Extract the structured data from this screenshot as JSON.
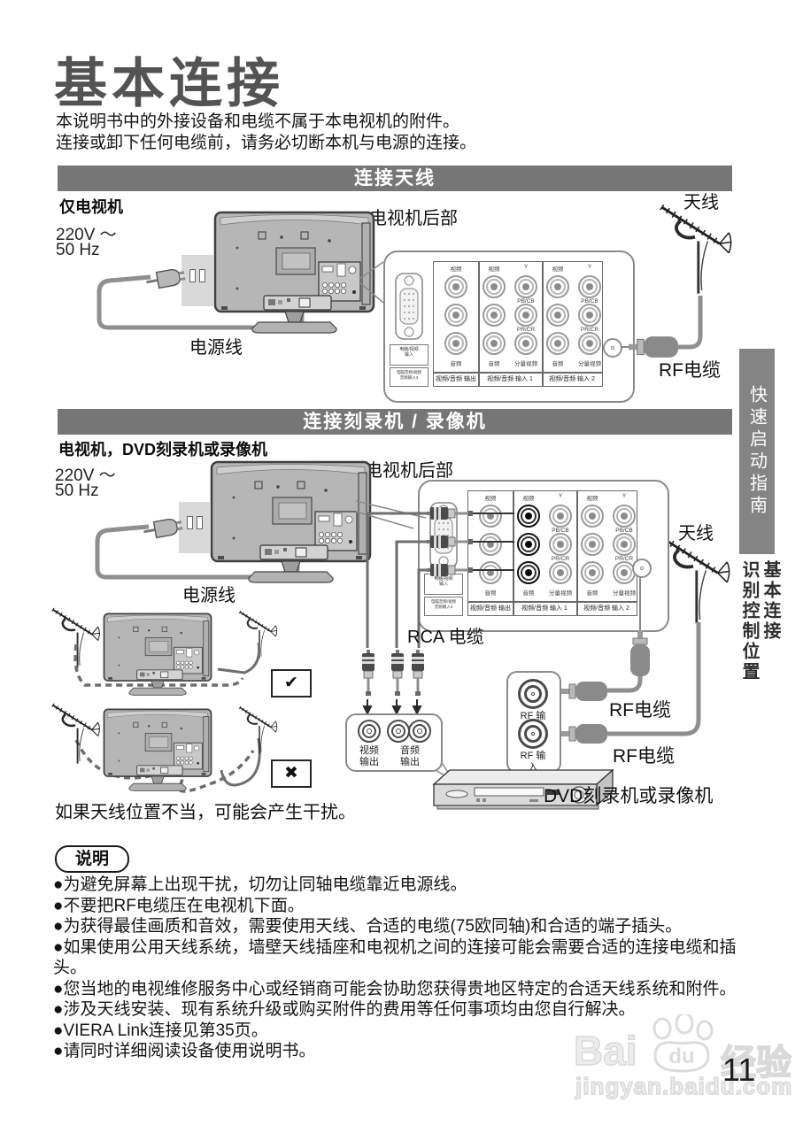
{
  "page": {
    "title": "基本连接",
    "intro": [
      "本说明书中的外接设备和电缆不属于本电视机的附件。",
      "连接或卸下任何电缆前，请务必切断本机与电源的连接。"
    ],
    "page_number": "11"
  },
  "section_antenna": {
    "header": "连接天线",
    "subtitle": "仅电视机"
  },
  "section_recorder": {
    "header": "连接刻录机 / 录像机",
    "subtitle_prefix": "电视机，",
    "subtitle_bold": "DVD",
    "subtitle_suffix": "刻录机或录像机"
  },
  "labels": {
    "voltage": "220V ～",
    "frequency": "50 Hz",
    "tv_rear": "电视机后部",
    "power_cord": "电源线",
    "antenna": "天线",
    "rf_cable": "RF电缆",
    "rca_cable": "RCA 电缆",
    "video_out": "视频\n输出",
    "audio_out": "音频\n输出",
    "rf_out": "RF 输出",
    "rf_in": "RF 输入",
    "dvd_device": "DVD刻录机或录像机",
    "check": "✔",
    "cross": "✖",
    "caution": "如果天线位置不当，可能会产生干扰。"
  },
  "panel": {
    "vga_top": "电脑/视频\n输入",
    "vga_bottom": "电脑音频/视频\n音频输入3",
    "video": "视频",
    "y": "Y",
    "pbcb": "PB/CB",
    "prcr": "PR/CR",
    "audio": "音频",
    "component": "分量视频",
    "out": "视频/音频 输出",
    "in1": "视频/音频 输入 1",
    "in2": "视频/音频 输入 2"
  },
  "sidebar": {
    "tab": "快速启动指南",
    "margin_right": "基本连接",
    "margin_left": "识别控制位置"
  },
  "notes": {
    "title": "说明",
    "bullets": [
      "●为避免屏幕上出现干扰，切勿让同轴电缆靠近电源线。",
      "●不要把RF电缆压在电视机下面。",
      "●为获得最佳画质和音效，需要使用天线、合适的电缆(75欧同轴)和合适的端子插头。",
      "●如果使用公用天线系统，墙壁天线插座和电视机之间的连接可能会需要合适的连接电缆和插头。",
      "●您当地的电视维修服务中心或经销商可能会协助您获得贵地区特定的合适天线系统和附件。",
      "●涉及天线安装、现有系统升级或购买附件的费用等任何事项均由您自行解决。",
      "●VIERA Link连接见第35页。",
      "●请同时详细阅读设备使用说明书。"
    ]
  },
  "watermark": {
    "left": "Bai",
    "paw": "du",
    "right": "经验",
    "url": "jingyan.baidu.com"
  }
}
